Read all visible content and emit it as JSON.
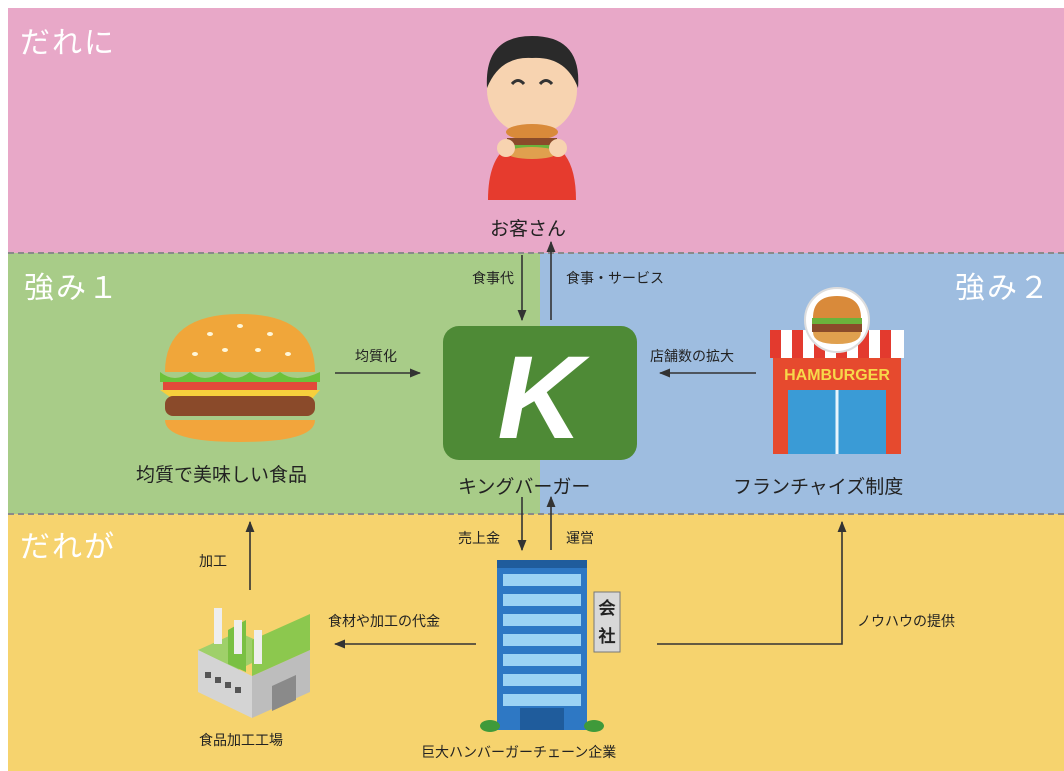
{
  "regions": {
    "who_top": "だれに",
    "strength1": "強み１",
    "strength2": "強み２",
    "who_bottom": "だれが"
  },
  "nodes": {
    "customer": "お客さん",
    "brand": "キングバーガー",
    "brand_logo": "K",
    "food": "均質で美味しい食品",
    "franchise": "フランチャイズ制度",
    "store_sign": "HAMBURGER",
    "company": "巨大ハンバーガーチェーン企業",
    "company_sign": [
      "会",
      "社"
    ],
    "factory": "食品加工工場"
  },
  "edges": {
    "meal_fee": "食事代",
    "meal_service": "食事・サービス",
    "homogenize": "均質化",
    "store_expand": "店舗数の拡大",
    "sales": "売上金",
    "operation": "運営",
    "processing": "加工",
    "ingredients_fee": "食材や加工の代金",
    "knowhow": "ノウハウの提供"
  },
  "colors": {
    "who_top": "#e8a8c8",
    "strength1": "#a8cc88",
    "strength2": "#9ebde0",
    "who_bottom": "#f6d36e",
    "logo": "#4e8a36"
  }
}
